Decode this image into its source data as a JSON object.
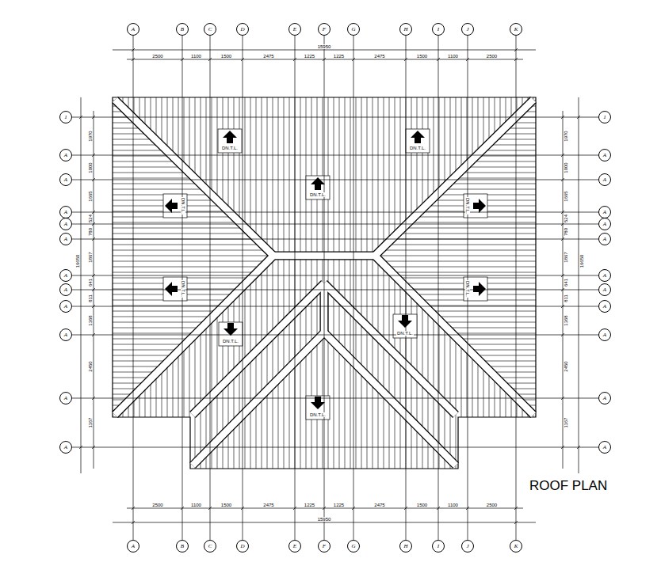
{
  "diagram": {
    "title": "ROOF PLAN",
    "nodes": [
      {
        "text": [
          "A"
        ]
      },
      {
        "text": [
          "B"
        ]
      },
      {
        "text": [
          "C"
        ]
      },
      {
        "text": [
          "D"
        ]
      },
      {
        "text": [
          "E"
        ]
      },
      {
        "text": [
          "F"
        ]
      },
      {
        "text": [
          "G"
        ]
      },
      {
        "text": [
          "H"
        ]
      },
      {
        "text": [
          "I"
        ]
      },
      {
        "text": [
          "J"
        ]
      },
      {
        "text": [
          "K"
        ]
      },
      {
        "text": [
          "A"
        ]
      },
      {
        "text": [
          "B"
        ]
      },
      {
        "text": [
          "C"
        ]
      },
      {
        "text": [
          "D"
        ]
      },
      {
        "text": [
          "E"
        ]
      },
      {
        "text": [
          "F"
        ]
      },
      {
        "text": [
          "G"
        ]
      },
      {
        "text": [
          "H"
        ]
      },
      {
        "text": [
          "I"
        ]
      },
      {
        "text": [
          "J"
        ]
      },
      {
        "text": [
          "K"
        ]
      },
      {
        "text": [
          "1"
        ]
      },
      {
        "text": [
          "A"
        ]
      },
      {
        "text": [
          "A"
        ]
      },
      {
        "text": [
          "A"
        ]
      },
      {
        "text": [
          "A"
        ]
      },
      {
        "text": [
          "A"
        ]
      },
      {
        "text": [
          "A"
        ]
      },
      {
        "text": [
          "A"
        ]
      },
      {
        "text": [
          "A"
        ]
      },
      {
        "text": [
          "A"
        ]
      },
      {
        "text": [
          "A"
        ]
      },
      {
        "text": [
          "A"
        ]
      },
      {
        "text": [
          "1"
        ]
      },
      {
        "text": [
          "A"
        ]
      },
      {
        "text": [
          "A"
        ]
      },
      {
        "text": [
          "A"
        ]
      },
      {
        "text": [
          "A"
        ]
      },
      {
        "text": [
          "A"
        ]
      },
      {
        "text": [
          "A"
        ]
      },
      {
        "text": [
          "A"
        ]
      },
      {
        "text": [
          "A"
        ]
      },
      {
        "text": [
          "A"
        ]
      },
      {
        "text": [
          "A"
        ]
      },
      {
        "text": [
          "A"
        ]
      }
    ],
    "edges": [
      {
        "from": 0,
        "to": 11,
        "arrow": "none"
      },
      {
        "from": 1,
        "to": 12,
        "arrow": "none"
      },
      {
        "from": 2,
        "to": 13,
        "arrow": "none"
      },
      {
        "from": 3,
        "to": 14,
        "arrow": "none"
      },
      {
        "from": 4,
        "to": 15,
        "arrow": "none"
      },
      {
        "from": 5,
        "to": 16,
        "arrow": "none"
      },
      {
        "from": 6,
        "to": 17,
        "arrow": "none"
      },
      {
        "from": 7,
        "to": 18,
        "arrow": "none"
      },
      {
        "from": 8,
        "to": 19,
        "arrow": "none"
      },
      {
        "from": 9,
        "to": 20,
        "arrow": "none"
      },
      {
        "from": 10,
        "to": 21,
        "arrow": "none"
      },
      {
        "from": 22,
        "to": 34,
        "arrow": "none"
      },
      {
        "from": 23,
        "to": 35,
        "arrow": "none"
      },
      {
        "from": 24,
        "to": 36,
        "arrow": "none"
      },
      {
        "from": 25,
        "to": 37,
        "arrow": "none"
      },
      {
        "from": 26,
        "to": 38,
        "arrow": "none"
      },
      {
        "from": 27,
        "to": 39,
        "arrow": "none"
      },
      {
        "from": 28,
        "to": 40,
        "arrow": "none"
      },
      {
        "from": 29,
        "to": 41,
        "arrow": "none"
      },
      {
        "from": 30,
        "to": 42,
        "arrow": "none"
      },
      {
        "from": 31,
        "to": 43,
        "arrow": "none"
      },
      {
        "from": 32,
        "to": 44,
        "arrow": "none"
      },
      {
        "from": 33,
        "to": 45,
        "arrow": "none"
      }
    ],
    "labels": [
      "15950",
      "2500",
      "1100",
      "1500",
      "2475",
      "1225",
      "1225",
      "2475",
      "1500",
      "1100",
      "2500",
      "2500",
      "1100",
      "1500",
      "2475",
      "1225",
      "1225",
      "2475",
      "1500",
      "1100",
      "2500",
      "15950",
      "16650",
      "1970",
      "1000",
      "1665",
      "524",
      "780",
      "1867",
      "641",
      "811",
      "1368",
      "2450",
      "1167",
      "16650",
      "1970",
      "1000",
      "1665",
      "524",
      "780",
      "1867",
      "641",
      "811",
      "1368",
      "2450",
      "1167",
      "DN.T.L.",
      "DN.T.L.",
      "DN.T.L.",
      "DN.T.L.",
      "DN.T.L.",
      "DN.T.L.",
      "DN.T.L.",
      "DN.T.L.",
      "DN.T.L.",
      "DN.T.L."
    ]
  }
}
